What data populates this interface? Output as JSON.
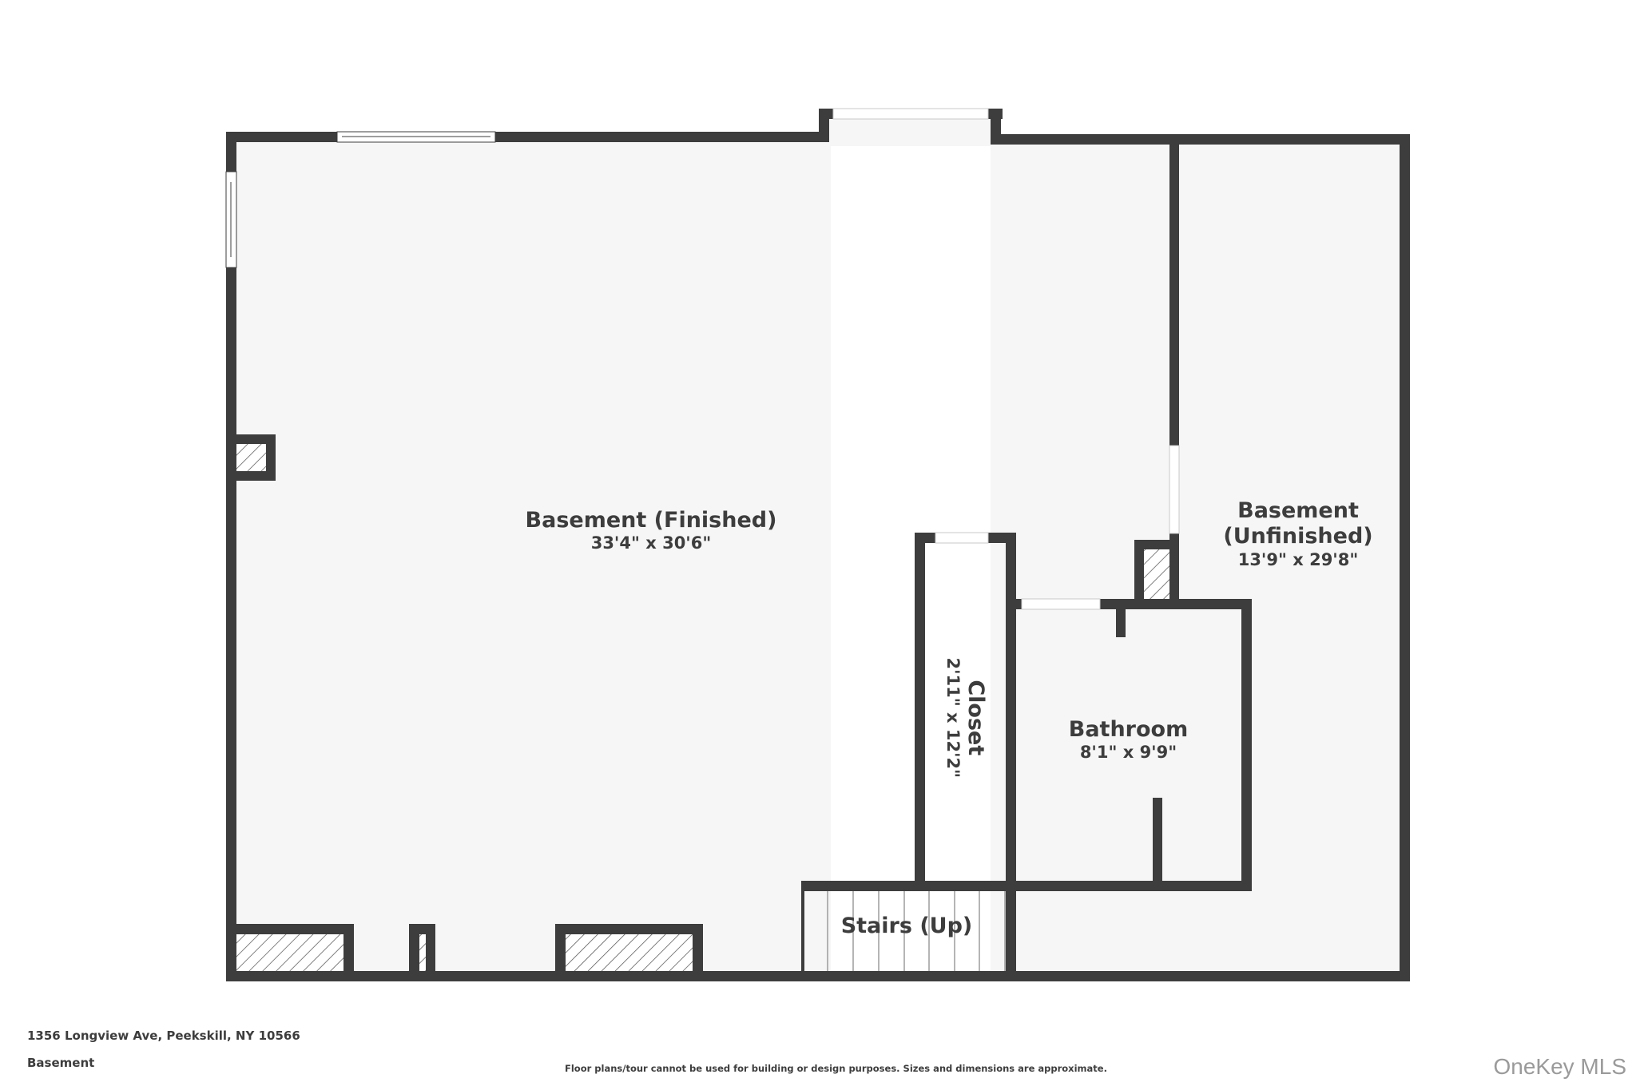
{
  "floorplan": {
    "title": "Basement floor plan",
    "colors": {
      "wall": "#3d3d3d",
      "floor": "#f6f6f6",
      "background": "#ffffff",
      "text": "#3d3d3d",
      "brand": "#9a9a9a"
    },
    "rooms": [
      {
        "name": "Basement (Finished)",
        "dimensions": "33'4\" x 30'6\""
      },
      {
        "name_line1": "Basement",
        "name_line2": "(Unfinished)",
        "dimensions": "13'9\" x 29'8\""
      },
      {
        "name": "Closet",
        "dimensions": "2'11\" x 12'2\""
      },
      {
        "name": "Bathroom",
        "dimensions": "8'1\" x 9'9\""
      },
      {
        "name": "Stairs (Up)"
      }
    ]
  },
  "footer": {
    "address": "1356 Longview Ave, Peekskill, NY 10566",
    "floor_name": "Basement",
    "disclaimer": "Floor plans/tour cannot be used for building or design purposes. Sizes and dimensions are approximate.",
    "brand": "OneKey MLS"
  }
}
